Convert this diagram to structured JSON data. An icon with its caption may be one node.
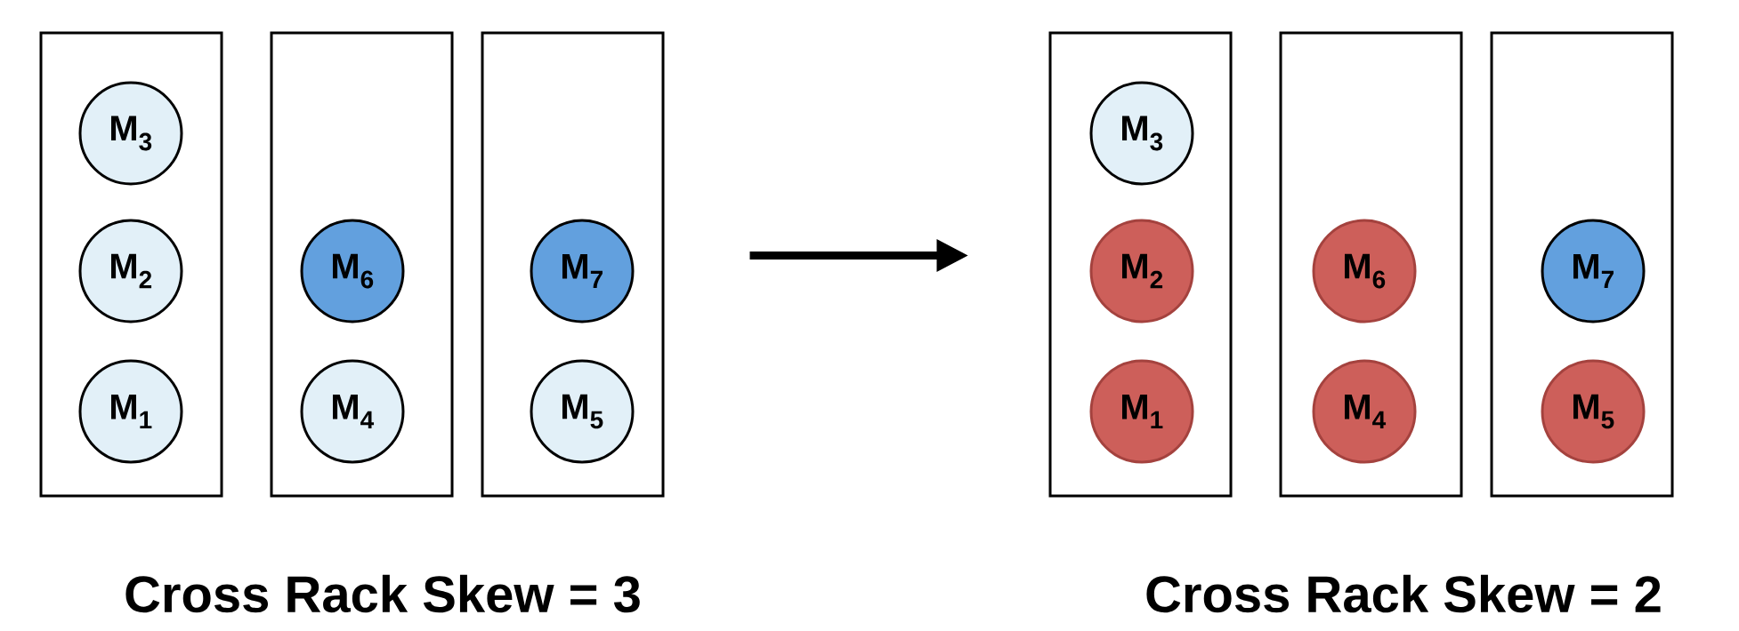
{
  "diagram": {
    "nodes": [
      {
        "text": [],
        "shape": "box"
      },
      {
        "text": [
          "M$_{3}$"
        ],
        "in": 0
      },
      {
        "text": [
          "M$_{2}$"
        ],
        "in": 0
      },
      {
        "text": [
          "M$_{1}$"
        ],
        "in": 0
      },
      {
        "text": [],
        "shape": "box"
      },
      {
        "text": [
          "M$_{6}$"
        ],
        "in": 4
      },
      {
        "text": [
          "M$_{4}$"
        ],
        "in": 4
      },
      {
        "text": [],
        "shape": "box"
      },
      {
        "text": [
          "M$_{7}$"
        ],
        "in": 7
      },
      {
        "text": [
          "M$_{5}$"
        ],
        "in": 7
      },
      {
        "text": [],
        "shape": "box"
      },
      {
        "text": [
          "M$_{3}$"
        ],
        "in": 10
      },
      {
        "text": [
          "M$_{2}$"
        ],
        "in": 10
      },
      {
        "text": [
          "M$_{1}$"
        ],
        "in": 10
      },
      {
        "text": [],
        "shape": "box"
      },
      {
        "text": [
          "M$_{6}$"
        ],
        "in": 14
      },
      {
        "text": [
          "M$_{4}$"
        ],
        "in": 14
      },
      {
        "text": [],
        "shape": "box"
      },
      {
        "text": [
          "M$_{7}$"
        ],
        "in": 17
      },
      {
        "text": [
          "M$_{5}$"
        ],
        "in": 17
      }
    ],
    "edges": [
      {
        "from": 7,
        "to": 10,
        "arrow": "to"
      }
    ],
    "labels": [
      "Cross Rack Skew = 3",
      "Cross Rack Skew = 2"
    ]
  }
}
